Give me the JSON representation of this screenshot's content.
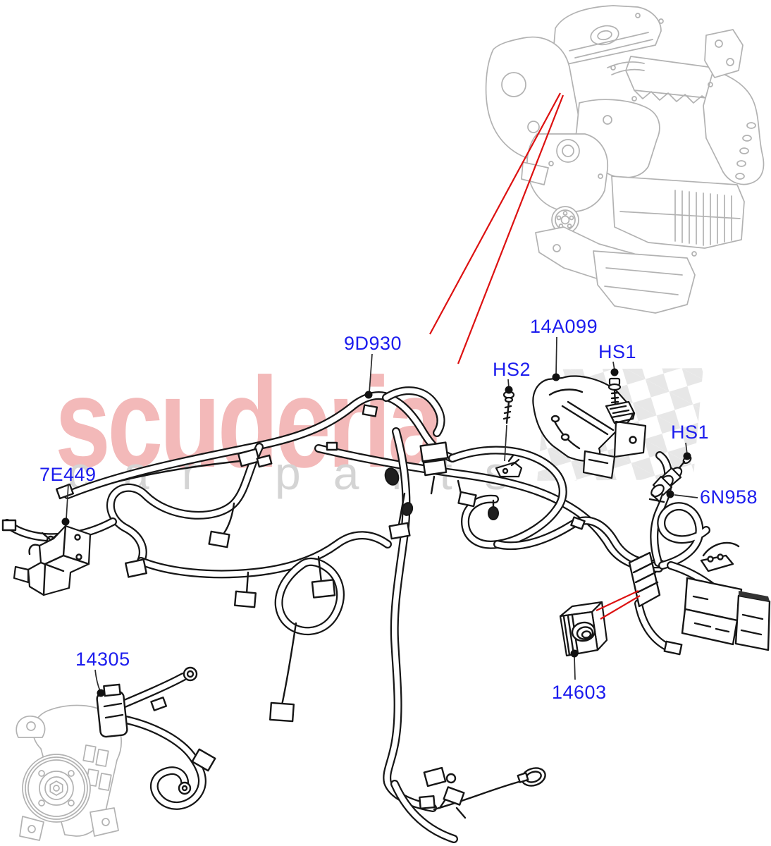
{
  "watermark": {
    "brand": "scuderia",
    "tagline": "car parts",
    "brand_color": "#f3b9b9",
    "tagline_color": "#d4d4d4",
    "checker_color": "#e2e2e2"
  },
  "callouts": {
    "label_color": "#1c1cee",
    "leader_color": "#2a2a2a",
    "pointer_color": "#dd1111",
    "labels": [
      "9D930",
      "HS2",
      "14A099",
      "HS1",
      "HS1",
      "6N958",
      "7E449",
      "14305",
      "14603"
    ]
  },
  "illustrations": [
    "engine-icon",
    "wiring-harness-icon",
    "alternator-icon",
    "battery-cable-icon",
    "heat-shield-icon",
    "mounting-bracket-icon",
    "grommet-icon",
    "insulator-icon",
    "bolt-icon"
  ]
}
